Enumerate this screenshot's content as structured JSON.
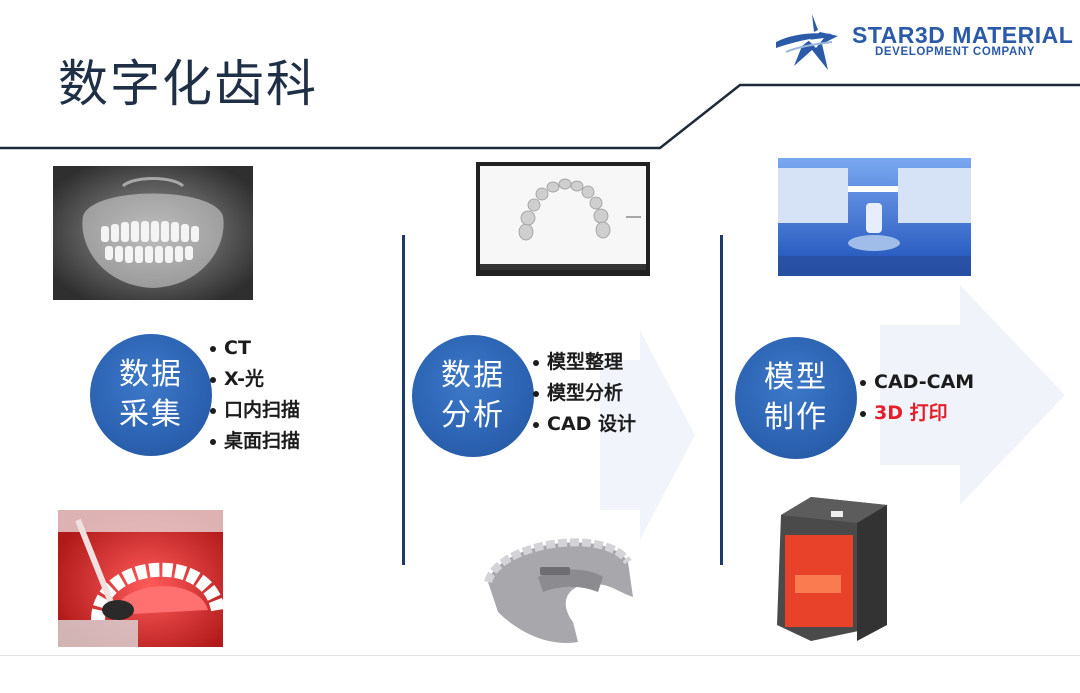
{
  "title": "数字化齿科",
  "logo": {
    "name": "STAR3D MATERIAL",
    "subtitle": "DEVELOPMENT COMPANY"
  },
  "columns": [
    {
      "circle": [
        "数据",
        "采集"
      ],
      "bullets": [
        {
          "text": "CT"
        },
        {
          "text": "X-光"
        },
        {
          "text": "口内扫描"
        },
        {
          "text": "桌面扫描"
        }
      ]
    },
    {
      "circle": [
        "数据",
        "分析"
      ],
      "bullets": [
        {
          "text": "模型整理"
        },
        {
          "text": "模型分析"
        },
        {
          "text": "CAD 设计"
        }
      ]
    },
    {
      "circle": [
        "模型",
        "制作"
      ],
      "bullets": [
        {
          "text": "CAD-CAM"
        },
        {
          "text": "3D 打印",
          "color": "#e21f2a"
        }
      ]
    }
  ],
  "colors": {
    "title": "#1f2f45",
    "accent_blue": "#2d64b4",
    "logo_blue": "#2a5aa8",
    "divider": "#1e3a6b",
    "highlight_red": "#e21f2a"
  },
  "icons": [
    "star3d-logo-mark",
    "xray-image",
    "scan-monitor-image",
    "intraoral-image",
    "dental-model-image",
    "milling-machine-image",
    "3d-printer-image"
  ]
}
